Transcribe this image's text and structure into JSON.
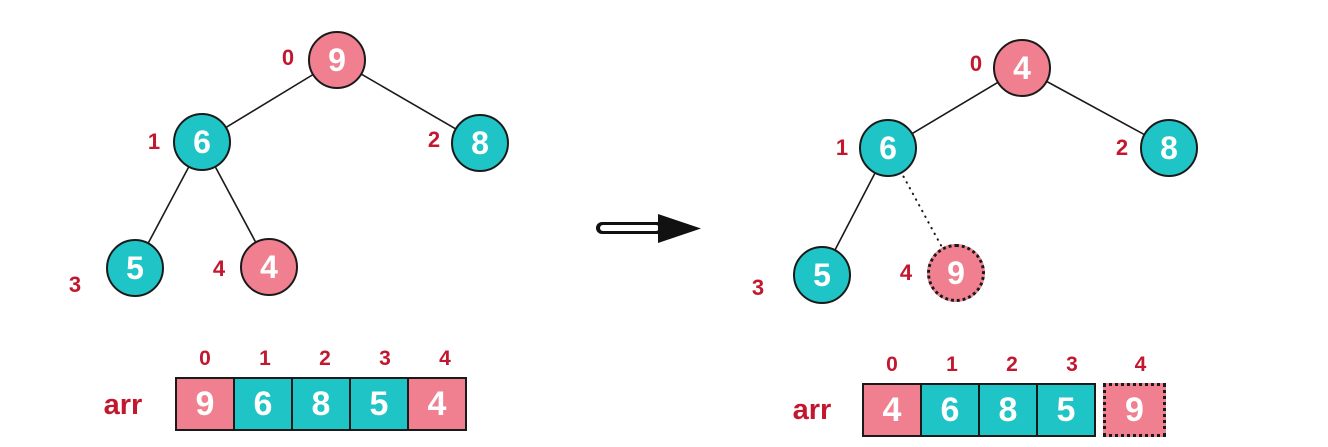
{
  "colors": {
    "pink": "#F0808F",
    "teal": "#1FC4C6",
    "label_red": "#C2182F",
    "line_black": "#1A1A1A",
    "text_white": "#FFFFFF",
    "background": "#FFFFFF"
  },
  "left_panel": {
    "tree": {
      "nodes": [
        {
          "index": "0",
          "value": "9",
          "color": "pink",
          "border": "solid"
        },
        {
          "index": "1",
          "value": "6",
          "color": "teal",
          "border": "solid"
        },
        {
          "index": "2",
          "value": "8",
          "color": "teal",
          "border": "solid"
        },
        {
          "index": "3",
          "value": "5",
          "color": "teal",
          "border": "solid"
        },
        {
          "index": "4",
          "value": "4",
          "color": "pink",
          "border": "solid"
        }
      ]
    },
    "array": {
      "label": "arr",
      "indices": [
        "0",
        "1",
        "2",
        "3",
        "4"
      ],
      "cells": [
        {
          "value": "9",
          "color": "pink",
          "border": "solid"
        },
        {
          "value": "6",
          "color": "teal",
          "border": "solid"
        },
        {
          "value": "8",
          "color": "teal",
          "border": "solid"
        },
        {
          "value": "5",
          "color": "teal",
          "border": "solid"
        },
        {
          "value": "4",
          "color": "pink",
          "border": "solid"
        }
      ]
    }
  },
  "right_panel": {
    "tree": {
      "nodes": [
        {
          "index": "0",
          "value": "4",
          "color": "pink",
          "border": "solid"
        },
        {
          "index": "1",
          "value": "6",
          "color": "teal",
          "border": "solid"
        },
        {
          "index": "2",
          "value": "8",
          "color": "teal",
          "border": "solid"
        },
        {
          "index": "3",
          "value": "5",
          "color": "teal",
          "border": "solid"
        },
        {
          "index": "4",
          "value": "9",
          "color": "pink",
          "border": "dotted"
        }
      ]
    },
    "array": {
      "label": "arr",
      "indices": [
        "0",
        "1",
        "2",
        "3",
        "4"
      ],
      "cells": [
        {
          "value": "4",
          "color": "pink",
          "border": "solid"
        },
        {
          "value": "6",
          "color": "teal",
          "border": "solid"
        },
        {
          "value": "8",
          "color": "teal",
          "border": "solid"
        },
        {
          "value": "5",
          "color": "teal",
          "border": "solid"
        },
        {
          "value": "9",
          "color": "pink",
          "border": "dotted"
        }
      ]
    }
  }
}
